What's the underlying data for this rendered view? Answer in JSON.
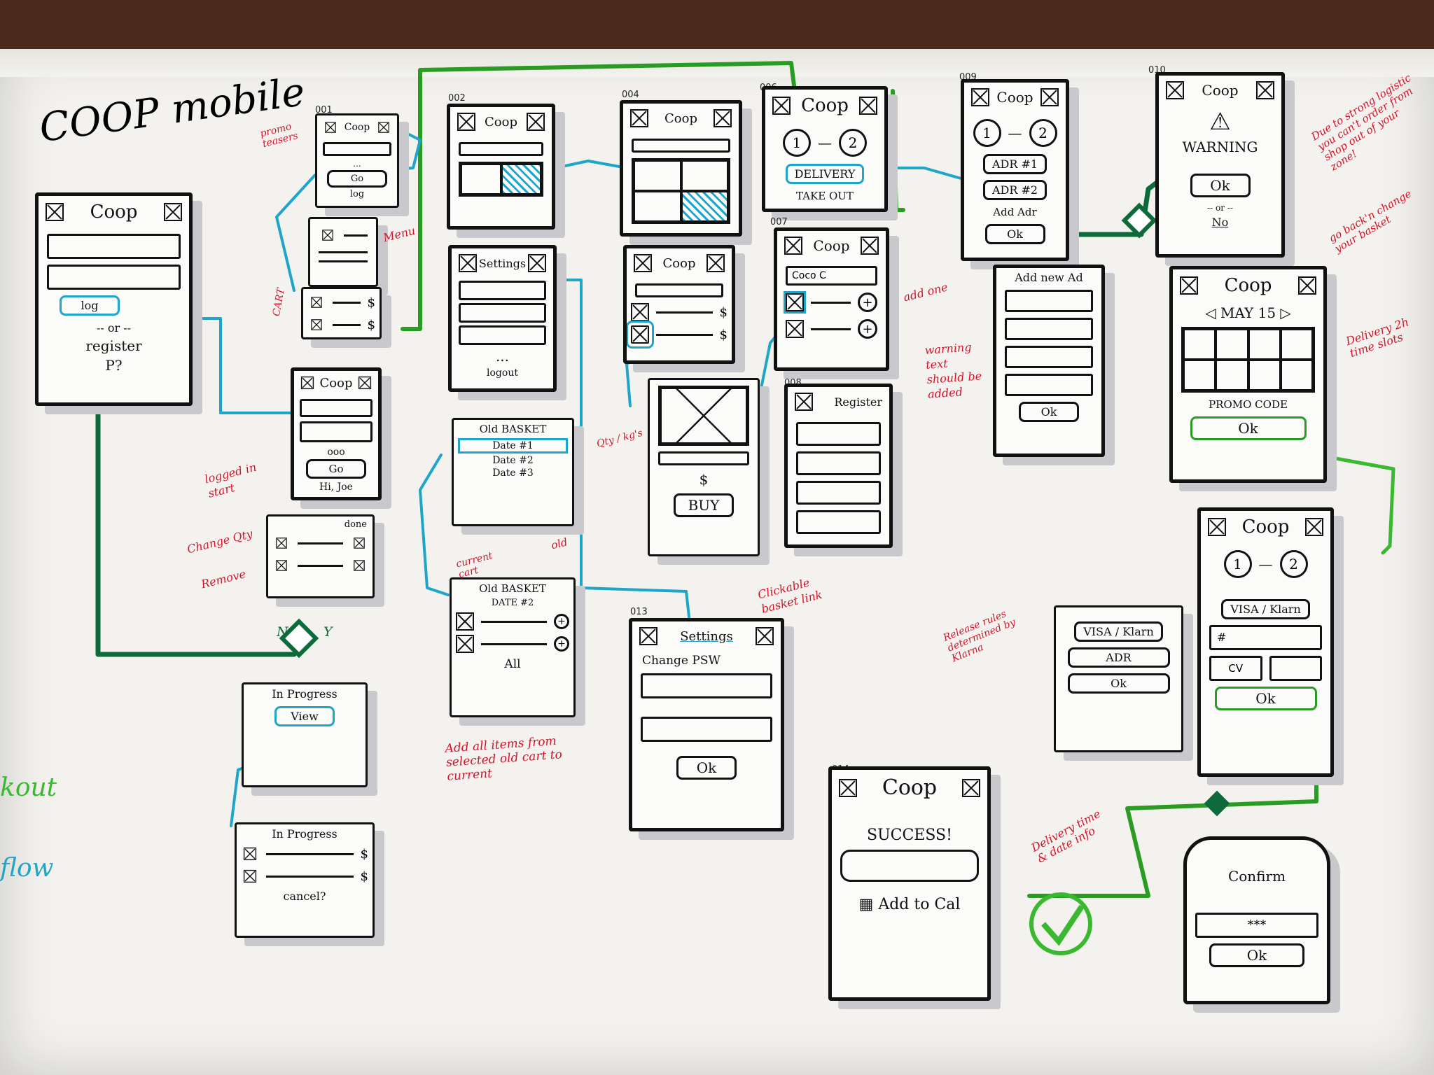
{
  "title": "COOP mobile",
  "colors": {
    "paper": "#f3f2ee",
    "ink": "#111111",
    "annotation": "#d4142a",
    "flow_cyan": "#1ea5c9",
    "flow_green": "#2a9c24",
    "flow_dark_green": "#0d6a3a"
  },
  "legend": {
    "checkout": "kout",
    "flow": "flow"
  },
  "screen_numbers": {
    "s001": "001",
    "s002": "002",
    "s004": "004",
    "s006": "006",
    "s007": "007",
    "s008": "008",
    "s009": "009",
    "s010": "010",
    "s013": "013",
    "s014": "014"
  },
  "login": {
    "app_name": "Coop",
    "login_button": "log",
    "or": "-- or --",
    "register": "register",
    "forgot": "P?"
  },
  "s001": {
    "app_name": "Coop",
    "go": "Go",
    "dots": "...",
    "log": "log"
  },
  "logged_in": {
    "app_name": "Coop",
    "go": "Go",
    "dots": "ooo",
    "greeting": "Hi, Joe"
  },
  "s002": {
    "app_name": "Coop"
  },
  "settings": {
    "title": "Settings",
    "dots": "...",
    "logout": "logout"
  },
  "old_basket_1": {
    "title": "Old BASKET",
    "dates": [
      "Date #1",
      "Date #2",
      "Date #3"
    ]
  },
  "old_basket_2": {
    "title": "Old BASKET",
    "date": "DATE #2",
    "add_all": "All"
  },
  "s004": {
    "app_name": "Coop"
  },
  "s005": {
    "app_name": "Coop"
  },
  "product": {
    "buy": "BUY",
    "price": "$"
  },
  "s006": {
    "app_name": "Coop",
    "step1": "1",
    "step2": "2",
    "delivery": "DELIVERY",
    "takeout": "TAKE OUT"
  },
  "s007": {
    "app_name": "Coop",
    "search": "Coco C"
  },
  "s008": {
    "title": "Register"
  },
  "s009": {
    "app_name": "Coop",
    "step1": "1",
    "step2": "2",
    "addresses": [
      "ADR #1",
      "ADR #2"
    ],
    "add_adr": "Add Adr",
    "ok": "Ok"
  },
  "add_new": {
    "title": "Add new Ad",
    "ok": "Ok"
  },
  "s010": {
    "app_name": "Coop",
    "warning": "WARNING",
    "ok": "Ok",
    "or": "-- or --",
    "no": "No"
  },
  "slots": {
    "app_name": "Coop",
    "date": "MAY 15",
    "promo": "PROMO CODE",
    "ok": "Ok"
  },
  "payment": {
    "app_name": "Coop",
    "step1": "1",
    "step2": "2",
    "card": "VISA / Klarn",
    "number": "#",
    "cv": "CV",
    "ok": "Ok"
  },
  "pay_popup": {
    "card": "VISA / Klarn",
    "adr": "ADR",
    "ok": "Ok"
  },
  "confirm": {
    "title": "Confirm",
    "pin": "***",
    "ok": "Ok"
  },
  "s013": {
    "title": "Settings",
    "change_psw": "Change PSW",
    "ok": "Ok"
  },
  "s014": {
    "app_name": "Coop",
    "success": "SUCCESS!",
    "add_to_cal": "Add to Cal"
  },
  "in_progress_1": {
    "title": "In Progress",
    "view": "View"
  },
  "in_progress_2": {
    "title": "In Progress",
    "cancel": "cancel?"
  },
  "edit_qty": {
    "done": "done"
  },
  "annotations": {
    "promo_teasers": "promo teasers",
    "menu": "Menu",
    "cart": "CART",
    "logged_in_start": "logged in start",
    "change_qty": "Change Qty",
    "remove": "Remove",
    "current_cart": "current cart",
    "old": "old",
    "qty_kg": "Qty / kg's",
    "add_one": "add one",
    "clickable_basket": "Clickable basket link",
    "add_all_items": "Add all items from selected old cart to current",
    "warning_text": "warning text should be added",
    "zone_warning": "Due to strong logistic you can't order from shop out of your zone!",
    "go_back": "go back'n change your basket",
    "delivery_slots": "Delivery 2h time slots",
    "delivery_info": "Delivery time & date info",
    "klarna": "Release rules determined by Klarna"
  },
  "decision": {
    "no": "N",
    "yes": "Y"
  }
}
